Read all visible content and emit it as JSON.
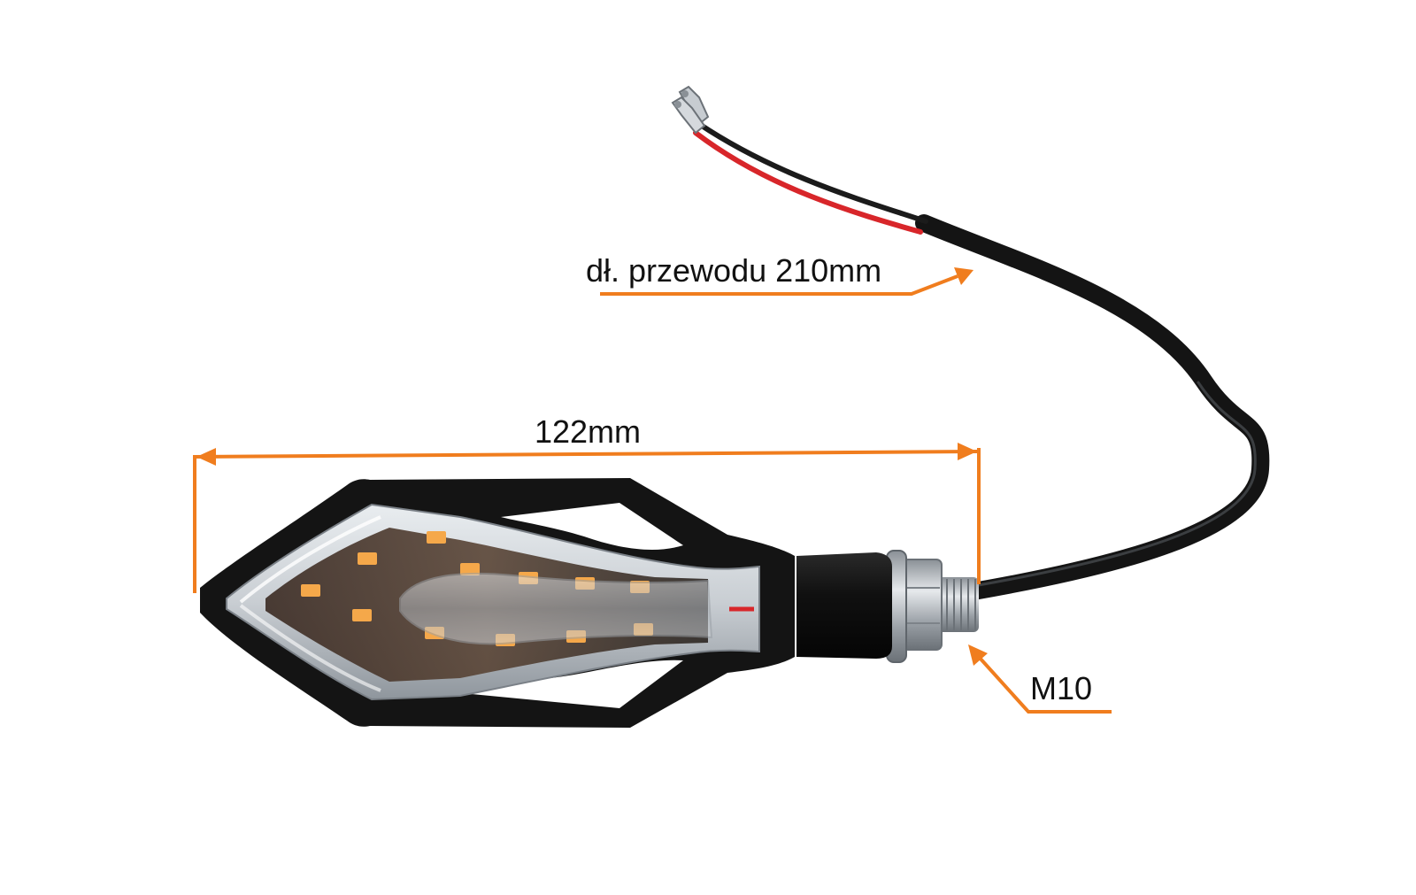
{
  "image": {
    "subject": "motorcycle LED turn signal indicator",
    "background_color": "#ffffff"
  },
  "annotations": {
    "cable_length_label": "dł. przewodu 210mm",
    "body_length_label": "122mm",
    "thread_label": "M10"
  },
  "colors": {
    "annotation_orange": "#f07d1e",
    "housing_black": "#141414",
    "led_amber": "#f5a84a",
    "wire_red": "#d8262a",
    "wire_black": "#1b1b1b",
    "bolt_metal": "#b9bec4"
  }
}
